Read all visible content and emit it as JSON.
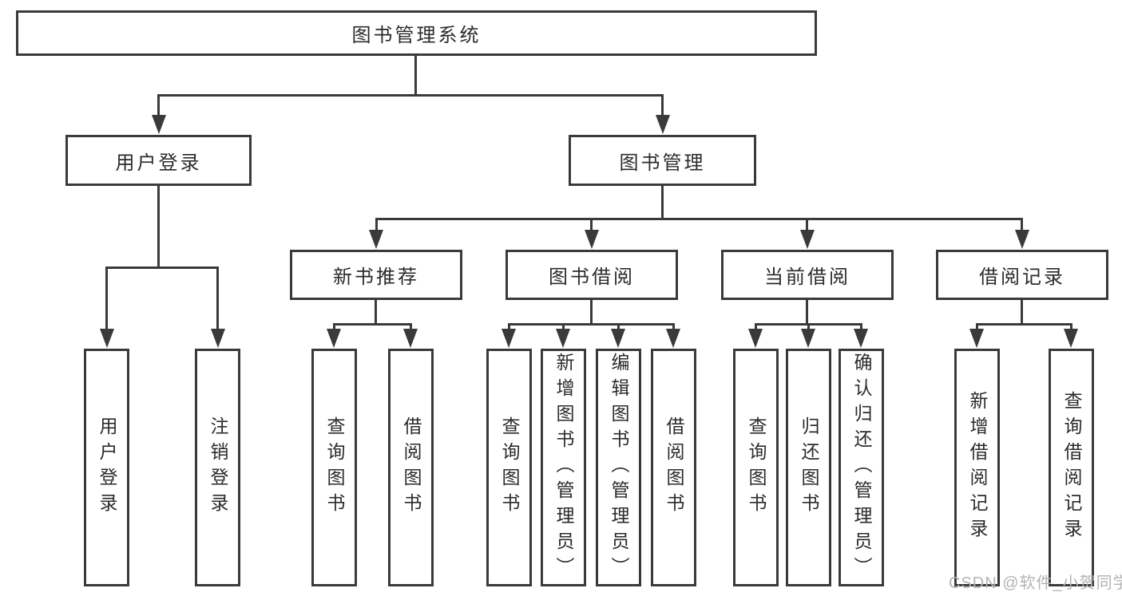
{
  "diagram": {
    "root": {
      "label": "图书管理系统"
    },
    "branches": [
      {
        "label": "用户登录",
        "leaves": [
          {
            "label": "用户登录"
          },
          {
            "label": "注销登录"
          }
        ]
      },
      {
        "label": "图书管理",
        "groups": [
          {
            "label": "新书推荐",
            "leaves": [
              {
                "label": "查询图书"
              },
              {
                "label": "借阅图书"
              }
            ]
          },
          {
            "label": "图书借阅",
            "leaves": [
              {
                "label": "查询图书"
              },
              {
                "label": "新增图书（管理员）"
              },
              {
                "label": "编辑图书（管理员）"
              },
              {
                "label": "借阅图书"
              }
            ]
          },
          {
            "label": "当前借阅",
            "leaves": [
              {
                "label": "查询图书"
              },
              {
                "label": "归还图书"
              },
              {
                "label": "确认归还（管理员）"
              }
            ]
          },
          {
            "label": "借阅记录",
            "leaves": [
              {
                "label": "新增借阅记录"
              },
              {
                "label": "查询借阅记录"
              }
            ]
          }
        ]
      }
    ]
  },
  "watermark": {
    "text": "CSDN @软件_小贺同学"
  },
  "colors": {
    "line": "#3a3a3a",
    "text": "#2b2b2b",
    "watermark": "#b3b3b3",
    "background": "#ffffff"
  }
}
